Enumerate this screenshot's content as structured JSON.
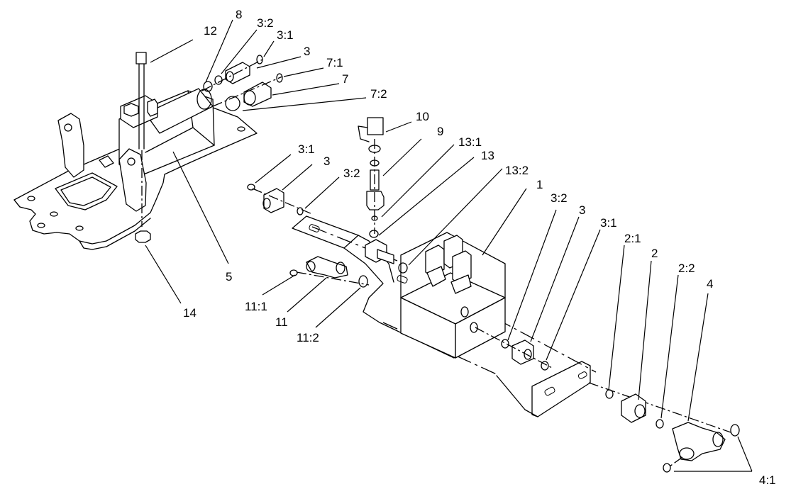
{
  "callouts": {
    "c1": "1",
    "c2": "2",
    "c2_1": "2:1",
    "c2_2": "2:2",
    "c3_top": "3",
    "c3_left": "3",
    "c3_right": "3",
    "c3_1_top": "3:1",
    "c3_1_left": "3:1",
    "c3_1_right": "3:1",
    "c3_2_top": "3:2",
    "c3_2_left": "3:2",
    "c3_2_right": "3:2",
    "c4": "4",
    "c4_1": "4:1",
    "c5": "5",
    "c7": "7",
    "c7_1": "7:1",
    "c7_2": "7:2",
    "c8": "8",
    "c9": "9",
    "c10": "10",
    "c11": "11",
    "c11_1": "11:1",
    "c11_2": "11:2",
    "c12": "12",
    "c13": "13",
    "c13_1": "13:1",
    "c13_2": "13:2",
    "c14": "14"
  }
}
